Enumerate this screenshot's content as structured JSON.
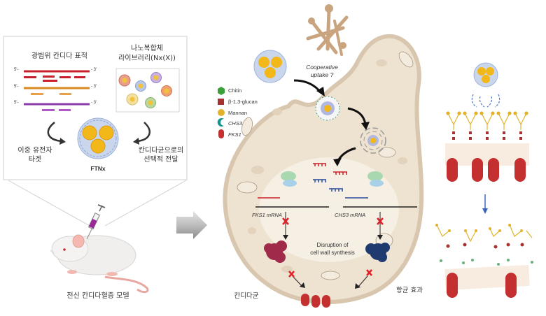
{
  "left_panel": {
    "target_title": "광범위 칸디다 표적",
    "library_title_line1": "나노복합체",
    "library_title_line2": "라이브러리(Nx(X))",
    "strand_labels": {
      "five_prime": "5'-",
      "three_prime": "- 3'"
    },
    "strands": [
      {
        "name": "strand-red",
        "color": "#c8202a"
      },
      {
        "name": "strand-orange",
        "color": "#d98a1e"
      },
      {
        "name": "strand-purple",
        "color": "#8a3aa8"
      }
    ],
    "dual_target_line1": "이중 유전자",
    "dual_target_line2": "타겟",
    "selective_line1": "칸디다균으로의",
    "selective_line2": "선택적 전달",
    "nanocomplex_label": "FTNx"
  },
  "mouse_caption": "전신 칸디다혈증 모델",
  "cell": {
    "uptake_line1": "Cooperative",
    "uptake_line2": "uptake ?",
    "fks1_mrna": "FKS1 mRNA",
    "chs3_mrna": "CHS3 mRNA",
    "disruption_line1": "Disruption of",
    "disruption_line2": "cell wall synthesis",
    "cell_label": "칸디다균",
    "effect_label": "항균 효과"
  },
  "legend": [
    {
      "label": "Chitin",
      "italic": false,
      "color": "#3aa03a",
      "icon": "hexagon-icon"
    },
    {
      "label": "β-1,3-glucan",
      "italic": false,
      "color": "#a83232",
      "icon": "square-icon"
    },
    {
      "label": "Mannan",
      "italic": false,
      "color": "#e2b32a",
      "icon": "circle-icon"
    },
    {
      "label": "CHS3",
      "italic": true,
      "color": "#13938a",
      "icon": "crescent-icon"
    },
    {
      "label": "FKS1",
      "italic": true,
      "color": "#c43030",
      "icon": "capsule-icon"
    }
  ],
  "colors": {
    "cell_fill": "#eee2d0",
    "cell_border": "#d9c6ae",
    "fks1_red": "#c43030",
    "chs3_teal": "#13938a",
    "mannan_yellow": "#e2b32a",
    "glucan_red": "#a83232",
    "chitin_green": "#3aa03a",
    "inhibit_red": "#e0202a"
  }
}
